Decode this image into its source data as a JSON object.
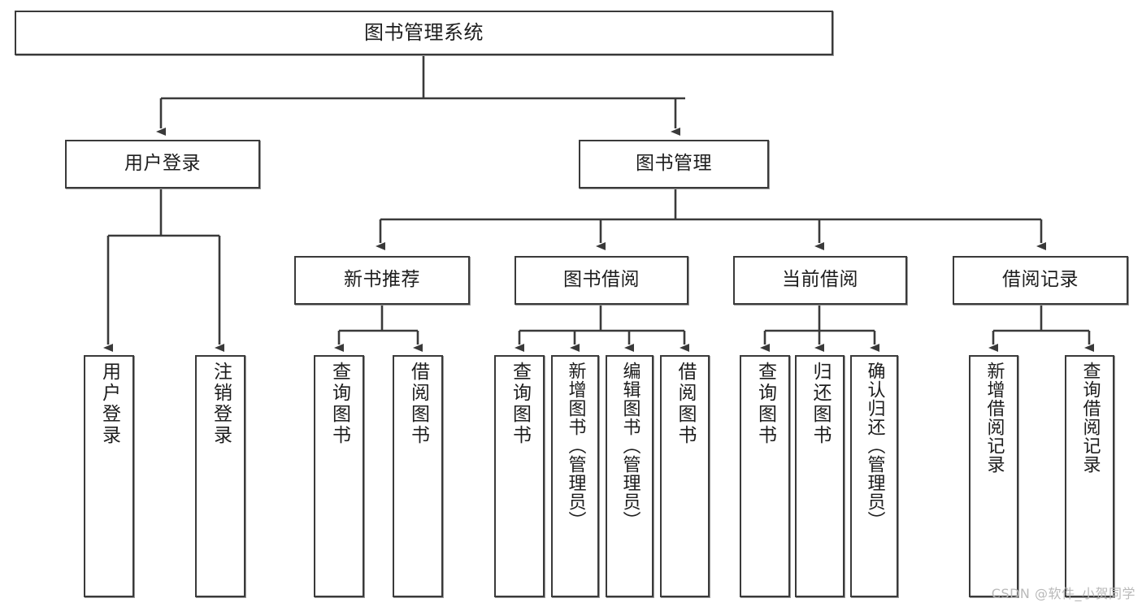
{
  "diagram": {
    "title": "图书管理系统",
    "type": "tree-hierarchy",
    "orientation": "top-down",
    "watermark": "CSDN @软件_小贺同学",
    "colors": {
      "box_border": "#3a3a3a",
      "box_fill": "#ffffff",
      "connector": "#3a3a3a",
      "text": "#1d1d1d",
      "watermark": "#b9b9b9",
      "background": "#ffffff"
    },
    "levels": {
      "root": "图书管理系统",
      "level2": [
        "用户登录",
        "图书管理"
      ],
      "level3": [
        "新书推荐",
        "图书借阅",
        "当前借阅",
        "借阅记录"
      ]
    },
    "nodes": {
      "root": {
        "label": "图书管理系统"
      },
      "user_login": {
        "label": "用户登录"
      },
      "book_manage": {
        "label": "图书管理"
      },
      "new_book_rec": {
        "label": "新书推荐"
      },
      "book_borrow": {
        "label": "图书借阅"
      },
      "current_borrow": {
        "label": "当前借阅"
      },
      "borrow_record": {
        "label": "借阅记录"
      },
      "leaf_user_login": {
        "label": "用户登录"
      },
      "leaf_logout": {
        "label": "注销登录"
      },
      "leaf_query_book_1": {
        "label": "查询图书"
      },
      "leaf_borrow_book_1": {
        "label": "借阅图书"
      },
      "leaf_query_book_2": {
        "label": "查询图书"
      },
      "leaf_add_book": {
        "label": "新增图书（管理员）"
      },
      "leaf_edit_book": {
        "label": "编辑图书（管理员）"
      },
      "leaf_borrow_book_2": {
        "label": "借阅图书"
      },
      "leaf_query_book_3": {
        "label": "查询图书"
      },
      "leaf_return_book": {
        "label": "归还图书"
      },
      "leaf_confirm_return": {
        "label": "确认归还（管理员）"
      },
      "leaf_add_record": {
        "label": "新增借阅记录"
      },
      "leaf_query_record": {
        "label": "查询借阅记录"
      }
    }
  }
}
